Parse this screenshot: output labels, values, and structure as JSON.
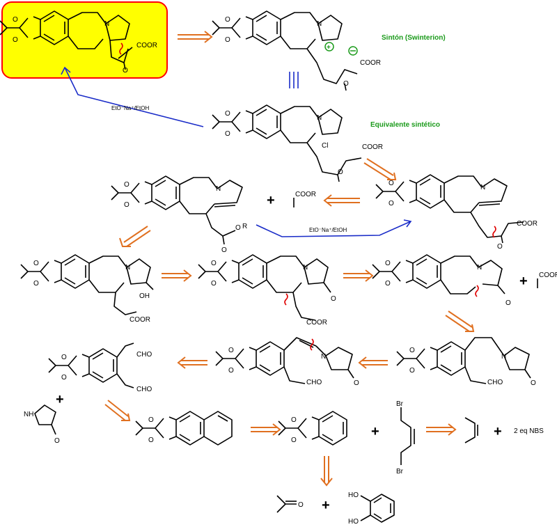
{
  "labels": {
    "synthon": "Sintón (Swinterion)",
    "synthetic_equivalent": "Equivalente sintético",
    "reagent_1": "EtO⁻Na⁺/EtOH",
    "reagent_2": "EtO⁻Na⁺/EtOH",
    "nbs": "2 eq NBS"
  },
  "atoms": {
    "n": "N",
    "o": "O",
    "cl": "Cl",
    "oh": "OH",
    "ho": "HO",
    "br": "Br",
    "nh": "NH",
    "cooR": "COOR",
    "cho": "CHO",
    "cooR_alt": "C(OOR",
    "ester_r": "R",
    "plus": "+"
  },
  "colors": {
    "target_box_fill": "#ffff00",
    "target_box_border": "#ff0000",
    "retro_arrow": "#e07020",
    "forward_arrow": "#1a2cc8",
    "disconnection": "#e00000",
    "label_green": "#1a9a1a"
  }
}
